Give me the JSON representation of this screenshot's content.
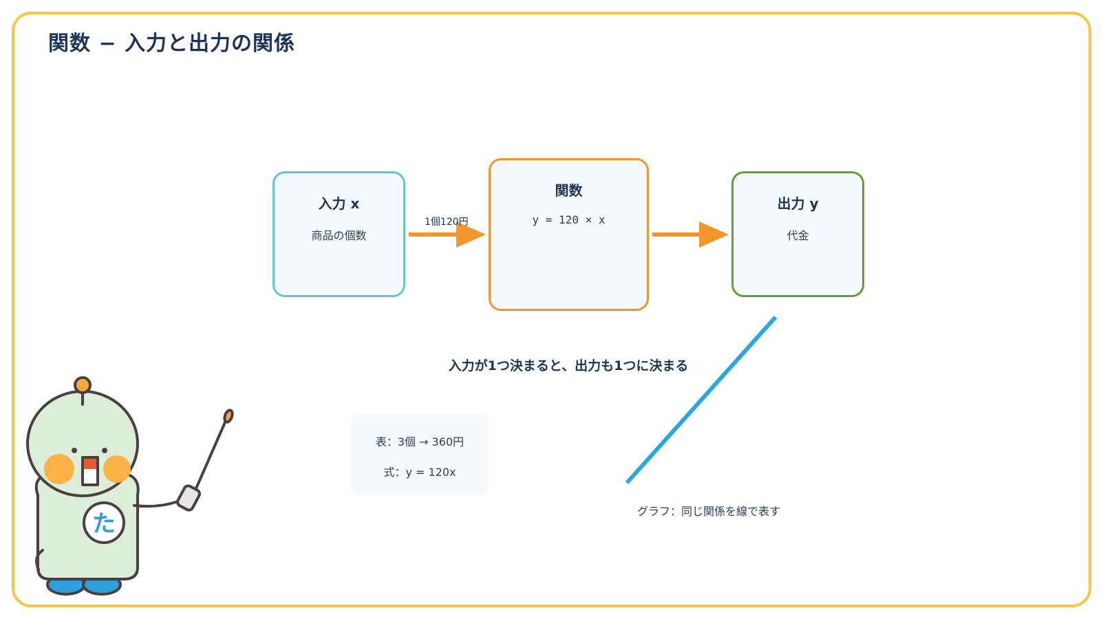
{
  "title": "関数 − 入力と出力の関係",
  "input_box": {
    "title": "入力 x",
    "sub": "商品の個数"
  },
  "function_box": {
    "title": "関数",
    "formula": "y = 120 × x"
  },
  "output_box": {
    "title": "出力 y",
    "sub": "代金"
  },
  "arrow_label": "1個120円",
  "caption": "入力が1つ決まると、出力も1つに決まる",
  "table": {
    "row_table": "表：3個 → 360円",
    "row_formula": "式：y = 120x"
  },
  "graph_label": "グラフ：同じ関係を線で表す",
  "mascot": {
    "badge": "た"
  },
  "colors": {
    "frame": "#f8c642",
    "input": "#5ec6d4",
    "function": "#f0962a",
    "output": "#5da134",
    "arrow": "#f0962a",
    "graph_line": "#29a8e0",
    "text": "#1c3557"
  }
}
